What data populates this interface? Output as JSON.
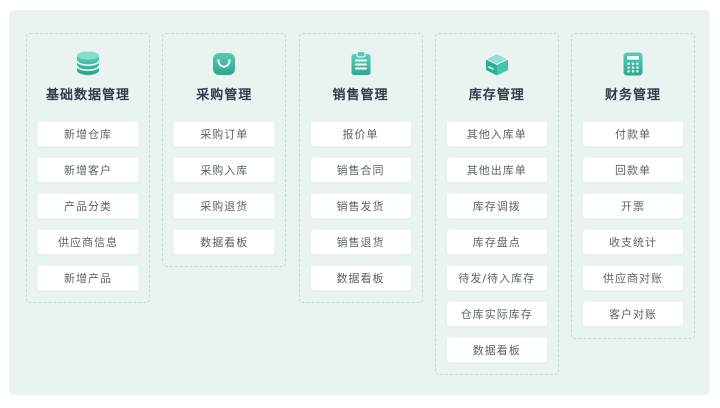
{
  "modules": [
    {
      "title": "基础数据管理",
      "icon": "database-icon",
      "items": [
        "新增仓库",
        "新增客户",
        "产品分类",
        "供应商信息",
        "新增产品"
      ]
    },
    {
      "title": "采购管理",
      "icon": "shopping-bag-icon",
      "items": [
        "采购订单",
        "采购入库",
        "采购退货",
        "数据看板"
      ]
    },
    {
      "title": "销售管理",
      "icon": "clipboard-icon",
      "items": [
        "报价单",
        "销售合同",
        "销售发货",
        "销售退货",
        "数据看板"
      ]
    },
    {
      "title": "库存管理",
      "icon": "cube-icon",
      "items": [
        "其他入库单",
        "其他出库单",
        "库存调拨",
        "库存盘点",
        "待发/待入库存",
        "仓库实际库存",
        "数据看板"
      ]
    },
    {
      "title": "财务管理",
      "icon": "calculator-icon",
      "items": [
        "付款单",
        "回款单",
        "开票",
        "收支统计",
        "供应商对账",
        "客户对账"
      ]
    }
  ],
  "colors": {
    "panel_background": "#e9f4f1",
    "dashed_border": "#c7dad4",
    "card_background": "#ffffff",
    "accent_teal": "#3cbca3",
    "accent_teal_light": "#85e0cc",
    "title_text": "#323b46",
    "item_text": "#59636d"
  }
}
